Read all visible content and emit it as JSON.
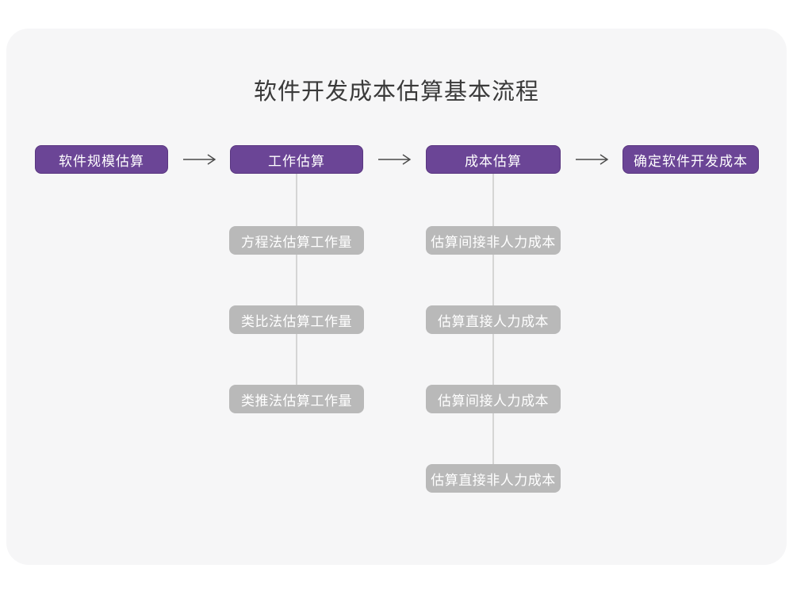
{
  "title": "软件开发成本估算基本流程",
  "colors": {
    "stage_box": "#6b4596",
    "stage_box_border": "#5a3780",
    "substep_box": "#b9b9b9",
    "card_background": "#f6f6f7",
    "arrow": "#4a4a4a",
    "connector_line": "#d5d5d5",
    "title_text": "#3a3a3a"
  },
  "flow": {
    "stages": [
      {
        "label": "软件规模估算",
        "substeps": []
      },
      {
        "label": "工作估算",
        "substeps": [
          "方程法估算工作量",
          "类比法估算工作量",
          "类推法估算工作量"
        ]
      },
      {
        "label": "成本估算",
        "substeps": [
          "估算间接非人力成本",
          "估算直接人力成本",
          "估算间接人力成本",
          "估算直接非人力成本"
        ]
      },
      {
        "label": "确定软件开发成本",
        "substeps": []
      }
    ]
  }
}
